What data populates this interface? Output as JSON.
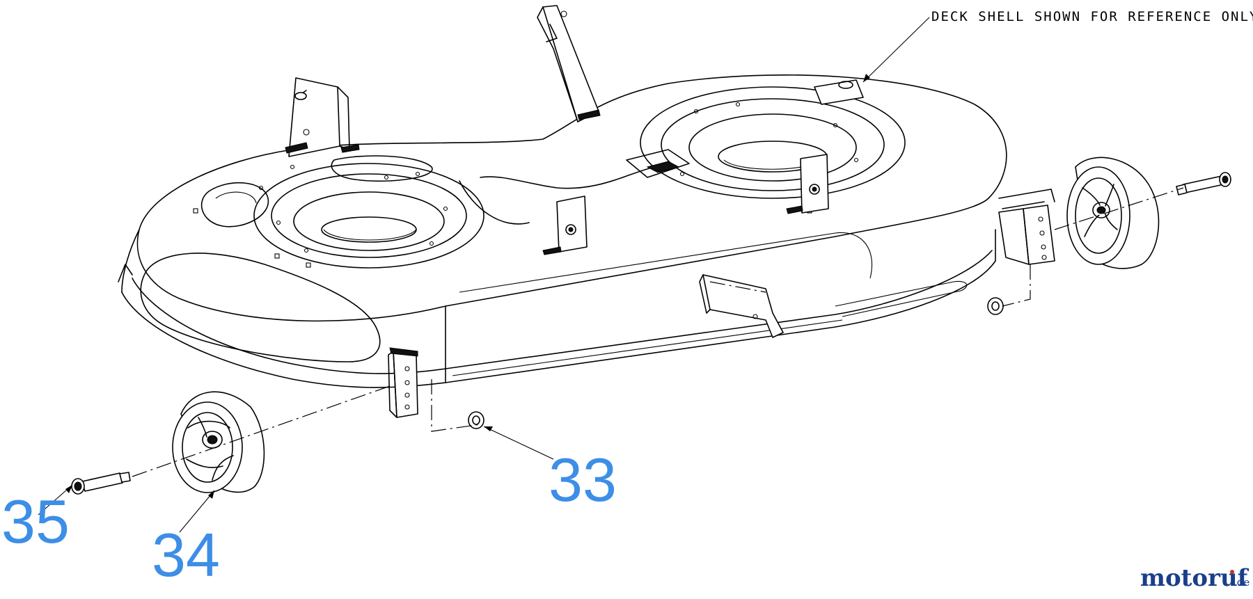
{
  "note": "DECK SHELL SHOWN FOR REFERENCE ONLY",
  "callouts": {
    "c33": "33",
    "c34": "34",
    "c35": "35"
  },
  "watermark": {
    "main": "motoruf",
    "suffix": ".de"
  },
  "colors": {
    "callout": "#3d8ee6",
    "line_art": "#000000",
    "logo_primary": "#1a3f8a",
    "logo_accent": "#c8321e"
  }
}
